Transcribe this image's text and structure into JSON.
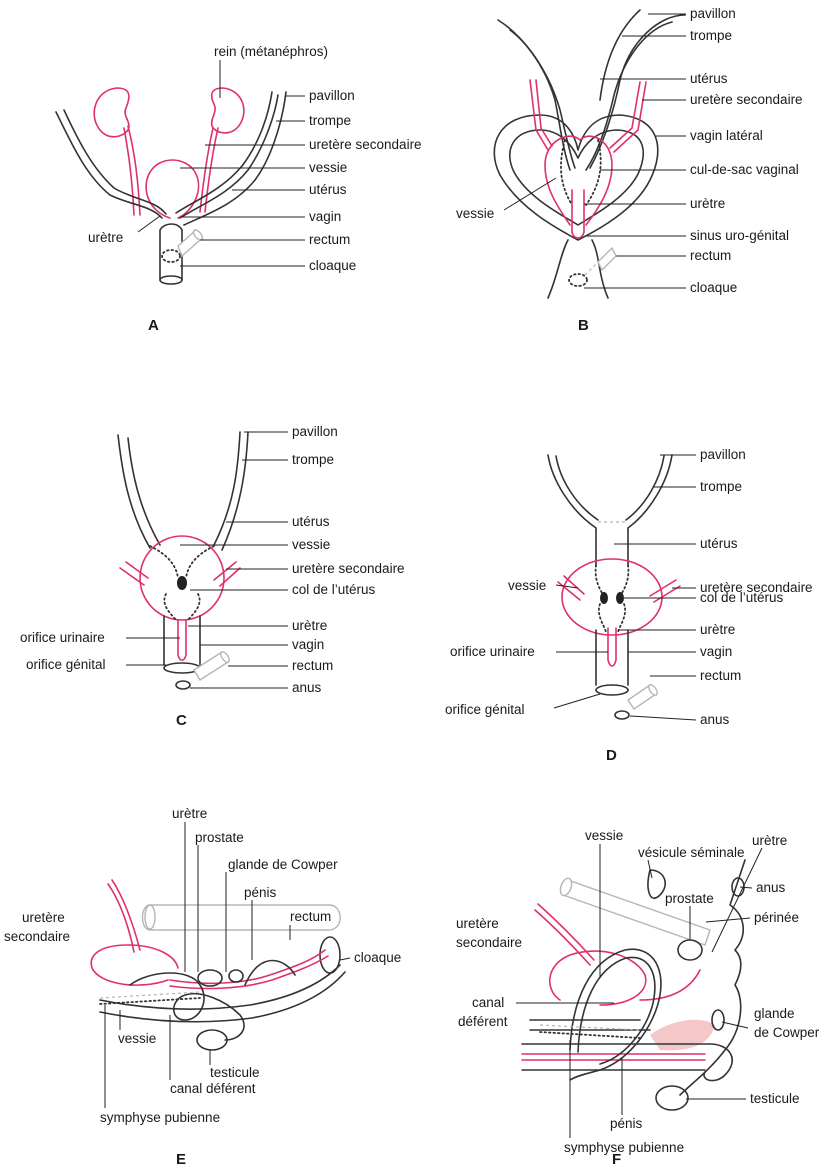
{
  "panels": {
    "A": {
      "letter": "A",
      "labels": {
        "rein": "rein (métanéphros)",
        "pavillon": "pavillon",
        "trompe": "trompe",
        "uretere": "uretère secondaire",
        "vessie": "vessie",
        "uterus": "utérus",
        "vagin": "vagin",
        "uretre": "urètre",
        "rectum": "rectum",
        "cloaque": "cloaque"
      }
    },
    "B": {
      "letter": "B",
      "labels": {
        "pavillon": "pavillon",
        "trompe": "trompe",
        "uterus": "utérus",
        "uretere": "uretère secondaire",
        "vagin_lateral": "vagin latéral",
        "culdesac": "cul-de-sac vaginal",
        "vessie": "vessie",
        "uretre": "urètre",
        "sinus": "sinus uro-génital",
        "rectum": "rectum",
        "cloaque": "cloaque"
      }
    },
    "C": {
      "letter": "C",
      "labels": {
        "pavillon": "pavillon",
        "trompe": "trompe",
        "uterus": "utérus",
        "vessie": "vessie",
        "uretere": "uretère secondaire",
        "col": "col de l’utérus",
        "uretre": "urètre",
        "orifice_urinaire": "orifice urinaire",
        "vagin": "vagin",
        "orifice_genital": "orifice génital",
        "rectum": "rectum",
        "anus": "anus"
      }
    },
    "D": {
      "letter": "D",
      "labels": {
        "pavillon": "pavillon",
        "trompe": "trompe",
        "uterus": "utérus",
        "uretere": "uretère secondaire",
        "vessie": "vessie",
        "col": "col de l’utérus",
        "uretre": "urètre",
        "orifice_urinaire": "orifice urinaire",
        "vagin": "vagin",
        "rectum": "rectum",
        "orifice_genital": "orifice génital",
        "anus": "anus"
      }
    },
    "E": {
      "letter": "E",
      "labels": {
        "uretre": "urètre",
        "prostate": "prostate",
        "cowper": "glande de Cowper",
        "penis": "pénis",
        "rectum": "rectum",
        "uretere_1": "uretère",
        "uretere_2": "secondaire",
        "cloaque": "cloaque",
        "vessie": "vessie",
        "testicule": "testicule",
        "canal": "canal déférent",
        "symphyse": "symphyse pubienne"
      }
    },
    "F": {
      "letter": "F",
      "labels": {
        "vessie": "vessie",
        "vesicule": "vésicule séminale",
        "prostate": "prostate",
        "uretre": "urètre",
        "uretere_1": "uretère",
        "uretere_2": "secondaire",
        "anus": "anus",
        "canal_1": "canal",
        "canal_2": "déférent",
        "perinee": "périnée",
        "cowper_1": "glande",
        "cowper_2": "de Cowper",
        "testicule": "testicule",
        "penis": "pénis",
        "symphyse": "symphyse pubienne"
      }
    }
  },
  "colors": {
    "urinary": "#e0306a",
    "genital": "#333333",
    "rectum": "#b5b5b5",
    "prostate_fill": "#f4c8c8"
  }
}
